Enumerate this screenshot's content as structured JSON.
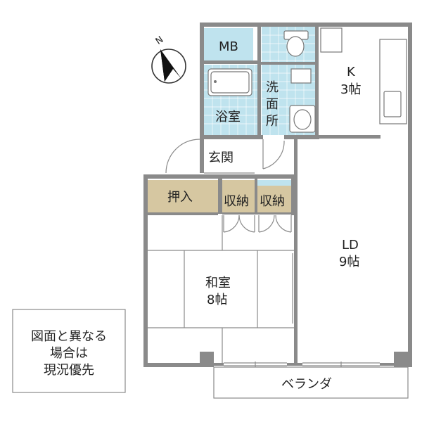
{
  "compass": {
    "label": "N"
  },
  "rooms": {
    "mb": "MB",
    "bath": "浴室",
    "wash": [
      "洗",
      "面",
      "所"
    ],
    "kitchen": {
      "name": "K",
      "size": "3帖"
    },
    "entrance": "玄関",
    "oshiire": "押入",
    "storage_1": "収納",
    "storage_2": "収納",
    "ld": {
      "name": "LD",
      "size": "9帖"
    },
    "washitsu": {
      "name": "和室",
      "size": "8帖"
    },
    "veranda": "ベランダ"
  },
  "notice": [
    "図面と異なる",
    "場合は",
    "現況優先"
  ],
  "colors": {
    "wall": "#8a8a8a",
    "wet_area": "#bfe3ee",
    "tatami_storage": "#d6c7a1",
    "floor": "#ffffff"
  }
}
